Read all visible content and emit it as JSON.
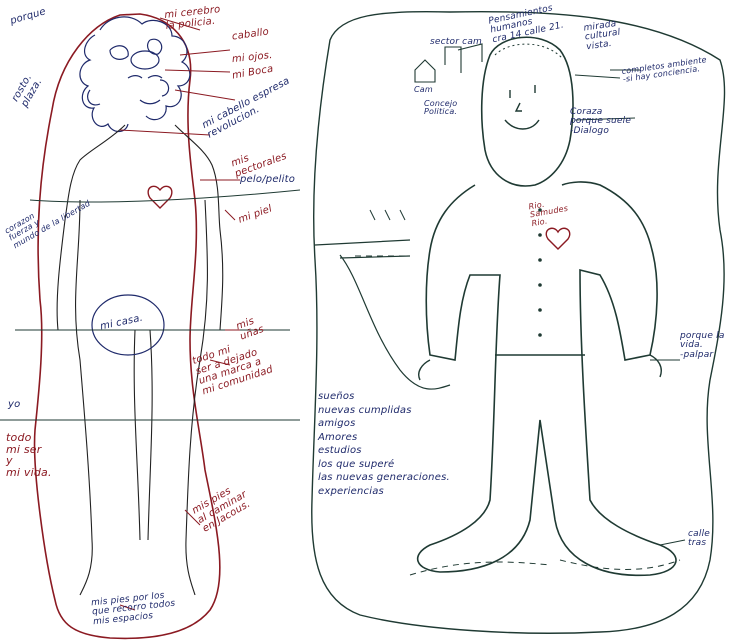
{
  "colors": {
    "red_ink": "#8b1a22",
    "blue_ink": "#1f2a6b",
    "green_ink": "#1f3a33",
    "paper": "#ffffff"
  },
  "left_drawing": {
    "labels": {
      "porque": "porque",
      "cerebro": "mi cerebro\nla policia.",
      "caballo": "caballo",
      "ojos": "mi ojos.",
      "boca": "mi Boca",
      "rostro": "rosto.\nplaza.",
      "cabello": "mi cabello espresa\nrevolucion.",
      "pectorales": "mis\npectorales",
      "pelo": "pelo/pelito",
      "piel": "mi piel",
      "corazon": "corazon\nfuerza y\nmundo de la libertad",
      "casa": "mi casa.",
      "unas": "mis\nuñas",
      "todo_mi_ser": "todo mi\nser a dejado\nuna marca a\nmi comunidad",
      "yo": "yo",
      "todo_mi_vida": "todo\nmi ser\ny\nmi vida.",
      "pies_caminar": "mis pies\nal caminar\nen Jacous.",
      "pies_recorro": "mis pies por los\nque recorro todos\nmis espacios"
    }
  },
  "right_drawing": {
    "labels": {
      "pensamientos": "Pensamientos\nhumanos\ncra 14 calle 21.",
      "sector": "sector cam",
      "cam": "Cam",
      "concejo": "Concejo\nPolitica.",
      "mirada": "mirada\ncultural\nvista.",
      "completos": "completos ambiente\n-si hay conciencia.",
      "coraza": "Coraza\nporque suele\n-Dialogo",
      "name_tag": "Rio.\nSamudes\nRio.",
      "porque_la_vida": "porque la\nvida.\n-palpar",
      "calle_tras": "calle\ntras",
      "list": [
        "sueños",
        "nuevas cumplidas",
        "amigos",
        "Amores",
        "estudios",
        "los que superé",
        "las nuevas generaciones.",
        "experiencias"
      ]
    }
  }
}
